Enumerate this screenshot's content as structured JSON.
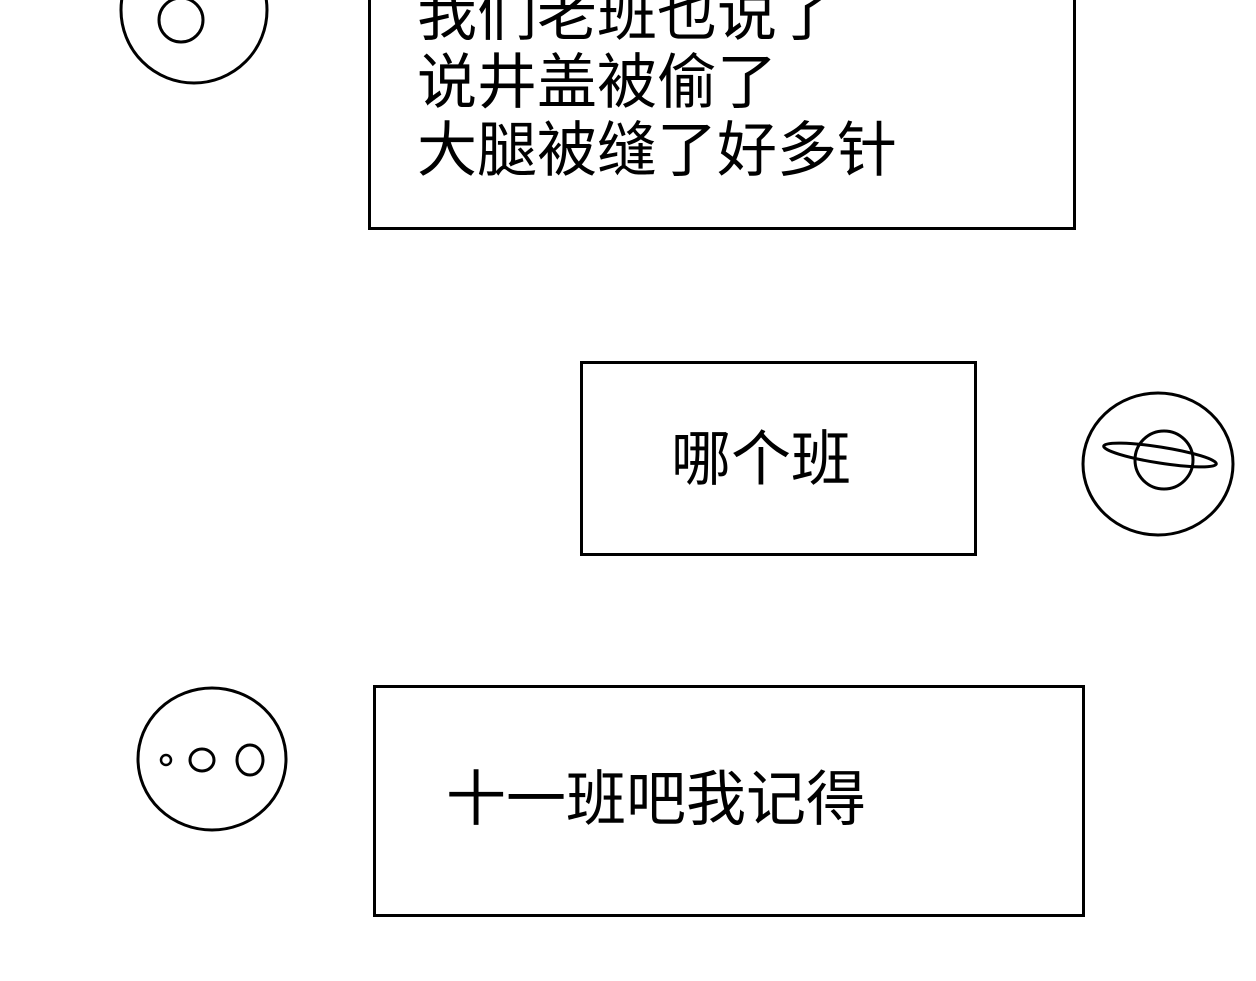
{
  "messages": [
    {
      "side": "left",
      "lines": [
        "我们老班也说了",
        "说井盖被偷了",
        "大腿被缝了好多针"
      ]
    },
    {
      "side": "right",
      "lines": [
        "哪个班"
      ]
    },
    {
      "side": "left",
      "lines": [
        "十一班吧我记得"
      ]
    }
  ],
  "colors": {
    "stroke": "#000000",
    "background": "#ffffff"
  },
  "avatars": {
    "a": "single-ring-avatar-icon",
    "b": "saturn-avatar-icon",
    "c": "three-dots-avatar-icon"
  }
}
